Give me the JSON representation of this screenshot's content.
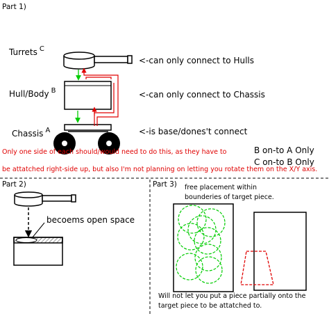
{
  "part1": {
    "title": "Part 1)",
    "turrets": {
      "label": "Turrets",
      "letter": "C",
      "note": "<-can only connect to Hulls"
    },
    "hull": {
      "label": "Hull/Body",
      "letter": "B",
      "note": "<-can only connect to Chassis"
    },
    "chassis": {
      "label": "Chassis",
      "letter": "A",
      "note": "<-is base/dones't connect"
    },
    "red_note_line1": "Only one side of each should/would need to do this, as they have to",
    "red_note_line2": "be attatched right-side up, but also I'm not planning on letting you rotate them on the X/Y axis.",
    "b_onto_a": "B on-to A Only",
    "c_onto_b": "C on-to B Only"
  },
  "part2": {
    "title": "Part 2)",
    "open_space_label": "becoems open space"
  },
  "part3": {
    "title": "Part 3)",
    "top_note_line1": "free placement within",
    "top_note_line2": "bounderies of target piece.",
    "bottom_note_line1": "Will not let you put a piece partially onto the",
    "bottom_note_line2": "target piece to be attatched to."
  },
  "colors": {
    "line": "#000000",
    "red": "#e00000",
    "green": "#00cc00",
    "hatch": "#555555"
  }
}
